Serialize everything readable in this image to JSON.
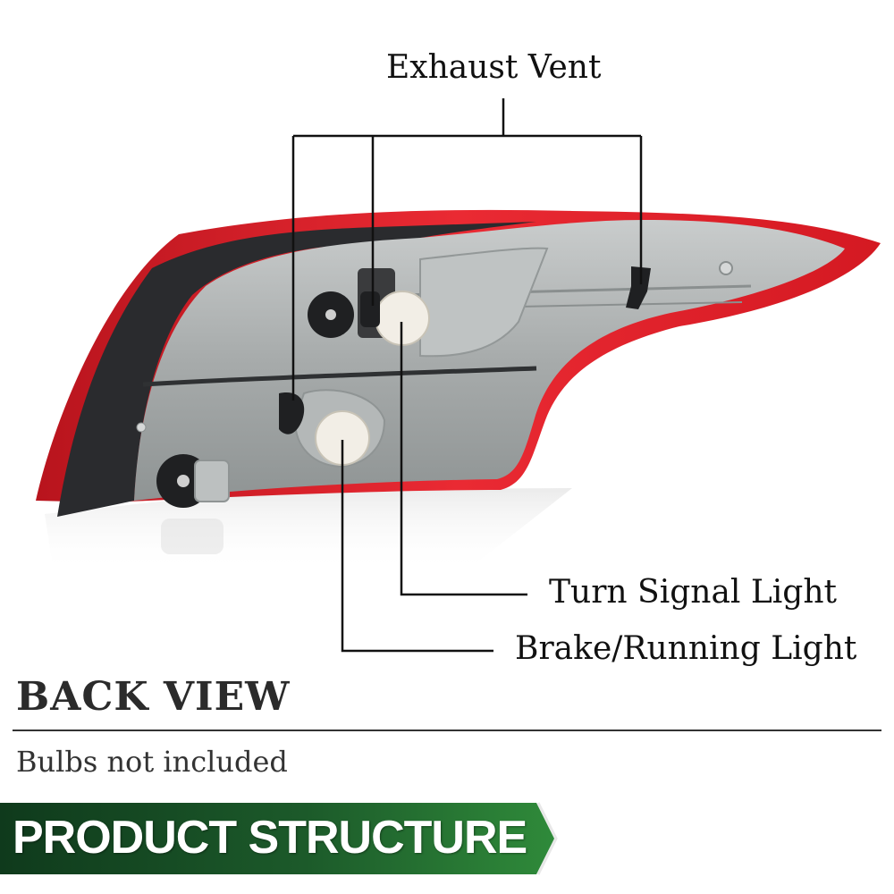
{
  "labels": {
    "exhaust_vent": "Exhaust Vent",
    "turn_signal": "Turn Signal Light",
    "brake_running": "Brake/Running Light"
  },
  "section": {
    "title": "BACK VIEW",
    "note": "Bulbs not included"
  },
  "banner": {
    "text": "PRODUCT STRUCTURE",
    "color_dark": "#0f3a1c",
    "color_light": "#2f8a3a"
  },
  "colors": {
    "lens_red": "#e8232f",
    "housing_gray": "#a9adad",
    "frame_dark": "#2a2b2e",
    "leader_line": "#111111"
  }
}
